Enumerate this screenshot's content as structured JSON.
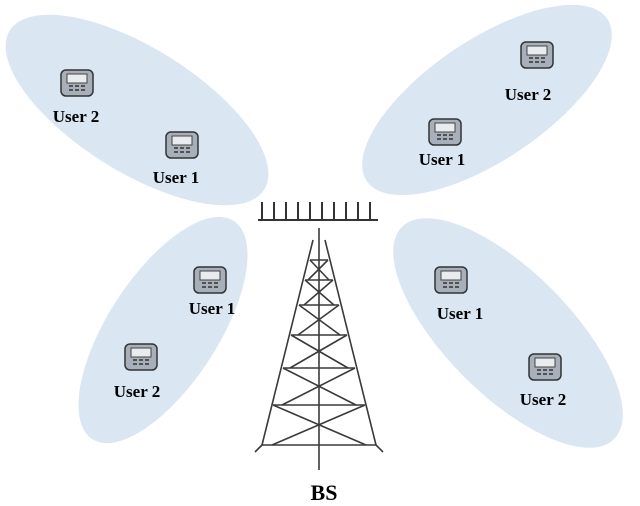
{
  "colors": {
    "beam_fill": "#dbe6f3",
    "tower_stroke": "#333333",
    "phone_body": "#9aa3ad"
  },
  "base_station": {
    "label": "BS"
  },
  "beams": [
    {
      "name": "upper-left",
      "users": [
        {
          "label": "User 2"
        },
        {
          "label": "User 1"
        }
      ]
    },
    {
      "name": "upper-right",
      "users": [
        {
          "label": "User 2"
        },
        {
          "label": "User 1"
        }
      ]
    },
    {
      "name": "lower-left",
      "users": [
        {
          "label": "User 1"
        },
        {
          "label": "User 2"
        }
      ]
    },
    {
      "name": "lower-right",
      "users": [
        {
          "label": "User 1"
        },
        {
          "label": "User 2"
        }
      ]
    }
  ]
}
